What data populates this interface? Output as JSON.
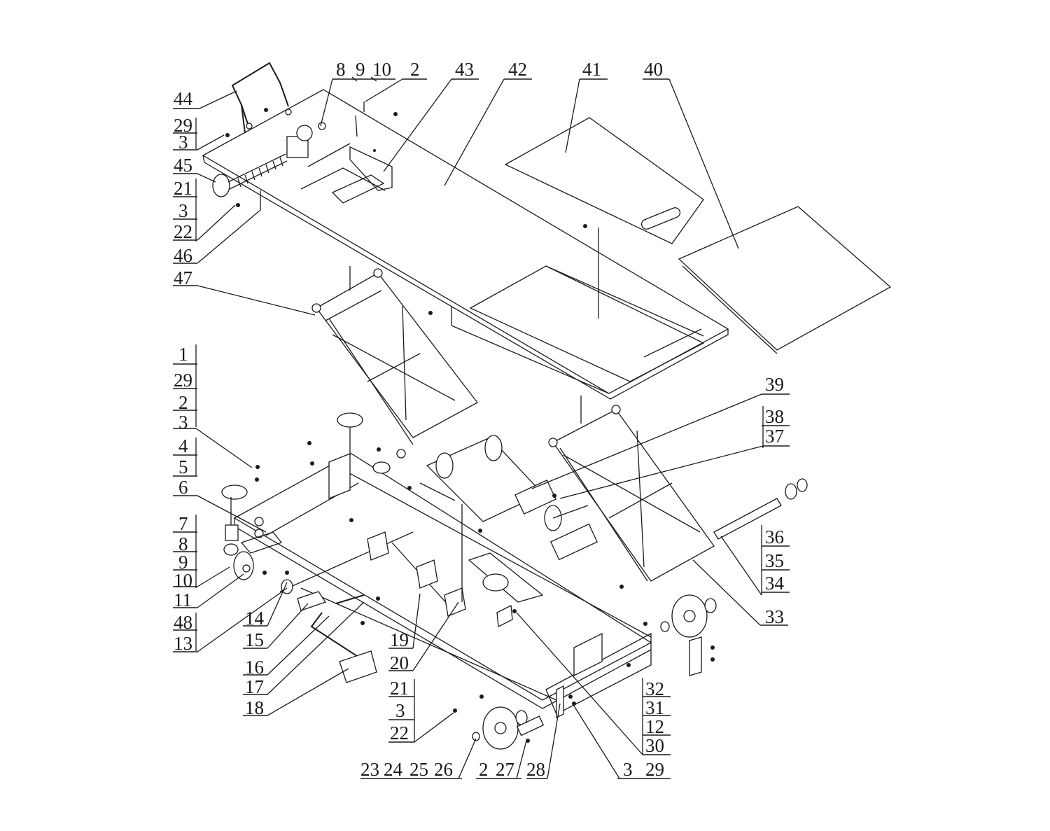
{
  "labels": {
    "l44": "44",
    "l29a": "29",
    "l3a": "3",
    "l45": "45",
    "l21a": "21",
    "l3b": "3",
    "l22a": "22",
    "l46": "46",
    "l47": "47",
    "l8a": "8",
    "l9a": "9",
    "l10a": "10",
    "l2a": "2",
    "l43": "43",
    "l42": "42",
    "l41": "41",
    "l40": "40",
    "l1": "1",
    "l29b": "29",
    "l2b": "2",
    "l3c": "3",
    "l4": "4",
    "l5": "5",
    "l6": "6",
    "l7": "7",
    "l8b": "8",
    "l9b": "9",
    "l10b": "10",
    "l11": "11",
    "l48": "48",
    "l13": "13",
    "l14": "14",
    "l15": "15",
    "l16": "16",
    "l17": "17",
    "l18": "18",
    "l19": "19",
    "l20": "20",
    "l21b": "21",
    "l3d": "3",
    "l22b": "22",
    "l23": "23",
    "l24": "24",
    "l25": "25",
    "l26": "26",
    "l2c": "2",
    "l27": "27",
    "l28": "28",
    "l3e": "3",
    "l29c": "29",
    "l32": "32",
    "l31": "31",
    "l12": "12",
    "l30": "30",
    "l39": "39",
    "l38": "38",
    "l37": "37",
    "l36": "36",
    "l35": "35",
    "l34": "34",
    "l33": "33"
  }
}
